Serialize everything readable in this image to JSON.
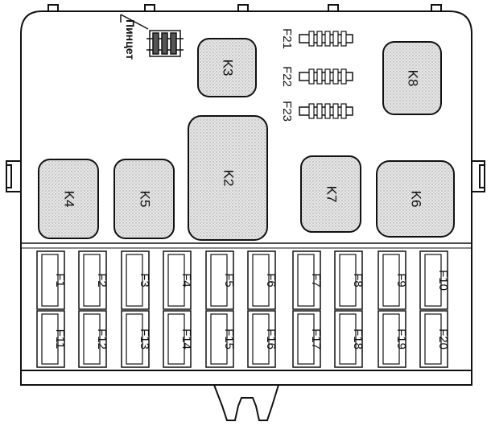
{
  "tweezers": {
    "label": "Пинцет",
    "icon": "tweezers-icon"
  },
  "relays": [
    {
      "id": "K3",
      "label": "K3"
    },
    {
      "id": "K8",
      "label": "K8"
    },
    {
      "id": "K2",
      "label": "K2"
    },
    {
      "id": "K4",
      "label": "K4"
    },
    {
      "id": "K5",
      "label": "K5"
    },
    {
      "id": "K7",
      "label": "K7"
    },
    {
      "id": "K6",
      "label": "K6"
    }
  ],
  "top_fuses": [
    {
      "label": "F21"
    },
    {
      "label": "F22"
    },
    {
      "label": "F23"
    }
  ],
  "fuses_row1": [
    {
      "label": "F1"
    },
    {
      "label": "F2"
    },
    {
      "label": "F3"
    },
    {
      "label": "F4"
    },
    {
      "label": "F5"
    },
    {
      "label": "F6"
    },
    {
      "label": "F7"
    },
    {
      "label": "F8"
    },
    {
      "label": "F9"
    },
    {
      "label": "F10"
    }
  ],
  "fuses_row2": [
    {
      "label": "F11"
    },
    {
      "label": "F12"
    },
    {
      "label": "F13"
    },
    {
      "label": "F14"
    },
    {
      "label": "F15"
    },
    {
      "label": "F16"
    },
    {
      "label": "F17"
    },
    {
      "label": "F18"
    },
    {
      "label": "F19"
    },
    {
      "label": "F20"
    }
  ],
  "colors": {
    "line": "#111111",
    "relay_fill": "#dcdcdc",
    "background": "#ffffff"
  }
}
